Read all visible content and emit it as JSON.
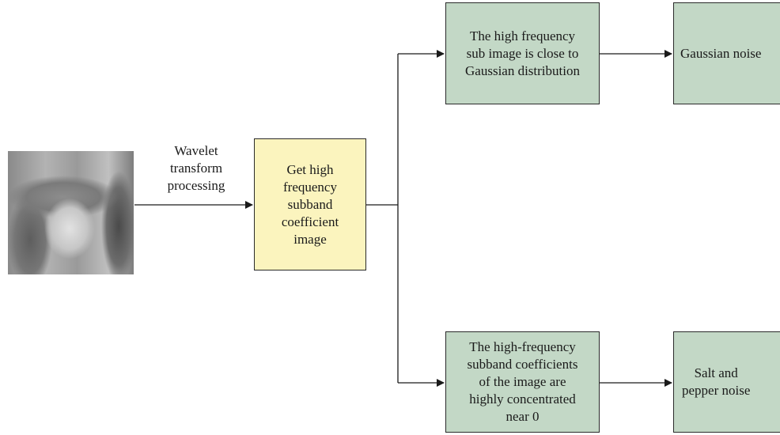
{
  "diagram": {
    "image": {
      "icon": "grayscale-portrait-image"
    },
    "edge_label": "Wavelet\ntransform\nprocessing",
    "nodes": {
      "get_high_frequency": "Get high\nfrequency\nsubband\ncoefficient\nimage",
      "gaussian_distribution": "The high frequency\nsub image is close to\nGaussian distribution",
      "gaussian_noise": "Gaussian noise",
      "concentrated_near_zero": "The high-frequency\nsubband coefficients\nof the image are\nhighly concentrated\nnear 0",
      "salt_pepper_noise": "Salt and\npepper noise"
    },
    "colors": {
      "green_box": "#c3d8c6",
      "yellow_box": "#fbf4be",
      "line": "#1a1a1a"
    }
  }
}
